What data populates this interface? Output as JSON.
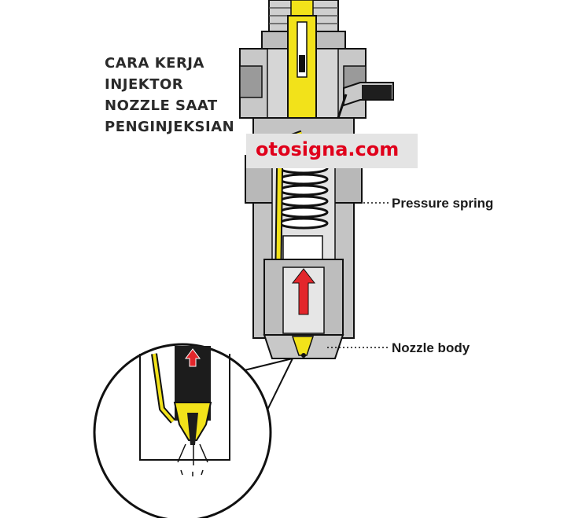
{
  "caption": {
    "lines": [
      "CARA KERJA",
      "INJEKTOR",
      "NOZZLE SAAT",
      "PENGINJEKSIAN"
    ]
  },
  "watermark": {
    "text": "otosigna.com",
    "text_color": "#e0001b",
    "background": "#e4e4e4"
  },
  "labels": {
    "pressure_spring": "Pressure spring",
    "nozzle_body": "Nozzle body"
  },
  "colors": {
    "fuel": "#f2e21a",
    "body_gray": "#c9c9c9",
    "dark_gray": "#7a7a7a",
    "outline": "#111111",
    "arrow": "#e3262b"
  }
}
